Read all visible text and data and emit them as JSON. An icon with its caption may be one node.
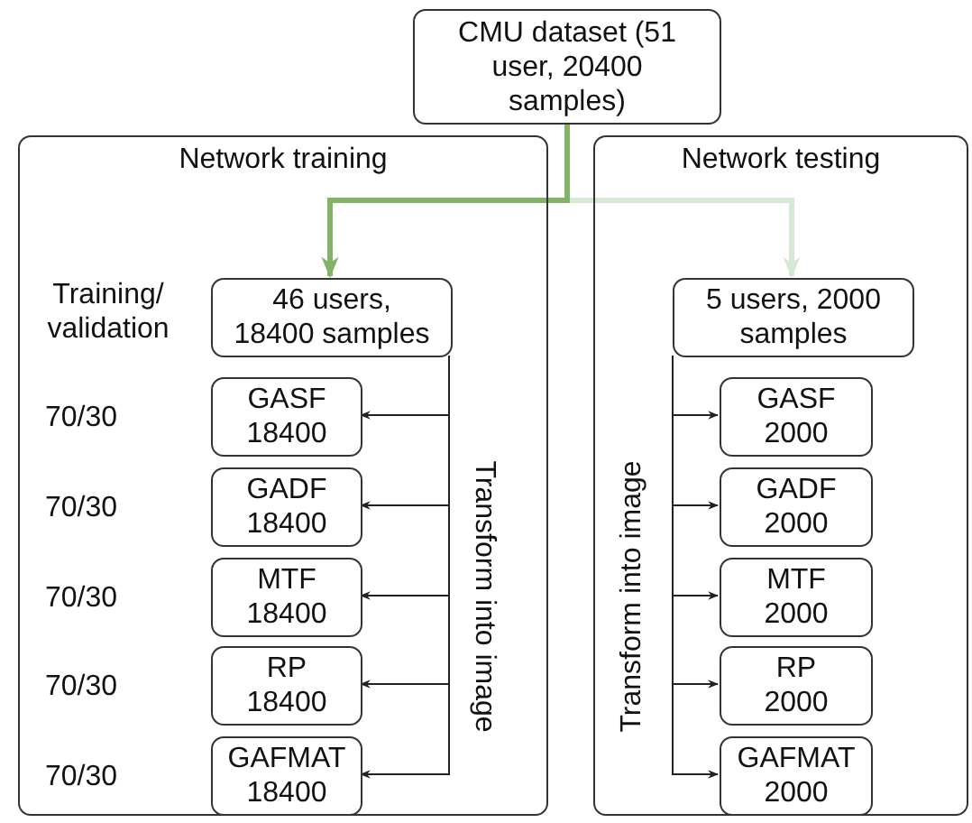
{
  "diagram": {
    "nodes": [
      {
        "text": [
          "CMU dataset (51 user, 20400 samples)"
        ]
      },
      {
        "text": [
          "Network training"
        ]
      },
      {
        "text": [
          "Network testing"
        ]
      },
      {
        "text": [
          "46 users, 18400 samples"
        ],
        "in": 1
      },
      {
        "text": [
          "GASF",
          "18400"
        ],
        "in": 1
      },
      {
        "text": [
          "GADF",
          "18400"
        ],
        "in": 1
      },
      {
        "text": [
          "MTF",
          "18400"
        ],
        "in": 1
      },
      {
        "text": [
          "RP",
          "18400"
        ],
        "in": 1
      },
      {
        "text": [
          "GAFMAT",
          "18400"
        ],
        "in": 1
      },
      {
        "text": [
          "5 users, 2000 samples"
        ],
        "in": 2
      },
      {
        "text": [
          "GASF",
          "2000"
        ],
        "in": 2
      },
      {
        "text": [
          "GADF",
          "2000"
        ],
        "in": 2
      },
      {
        "text": [
          "MTF",
          "2000"
        ],
        "in": 2
      },
      {
        "text": [
          "RP",
          "2000"
        ],
        "in": 2
      },
      {
        "text": [
          "GAFMAT",
          "2000"
        ],
        "in": 2
      }
    ],
    "edges": [
      {
        "from": 0,
        "to": 3,
        "arrow": "to",
        "style": "thick",
        "color": "#82b366"
      },
      {
        "from": 0,
        "to": 9,
        "arrow": "to",
        "style": "thick",
        "color": "#d5e8d4"
      },
      {
        "from": 3,
        "to": 4,
        "arrow": "to"
      },
      {
        "from": 3,
        "to": 5,
        "arrow": "to"
      },
      {
        "from": 3,
        "to": 6,
        "arrow": "to"
      },
      {
        "from": 3,
        "to": 7,
        "arrow": "to"
      },
      {
        "from": 3,
        "to": 8,
        "arrow": "to"
      },
      {
        "from": 9,
        "to": 10,
        "arrow": "to"
      },
      {
        "from": 9,
        "to": 11,
        "arrow": "to"
      },
      {
        "from": 9,
        "to": 12,
        "arrow": "to"
      },
      {
        "from": 9,
        "to": 13,
        "arrow": "to"
      },
      {
        "from": 9,
        "to": 14,
        "arrow": "to"
      }
    ],
    "labels": [
      "Training/ validation",
      "70/30",
      "70/30",
      "70/30",
      "70/30",
      "70/30",
      "Transform into image",
      "Transform into image"
    ]
  }
}
